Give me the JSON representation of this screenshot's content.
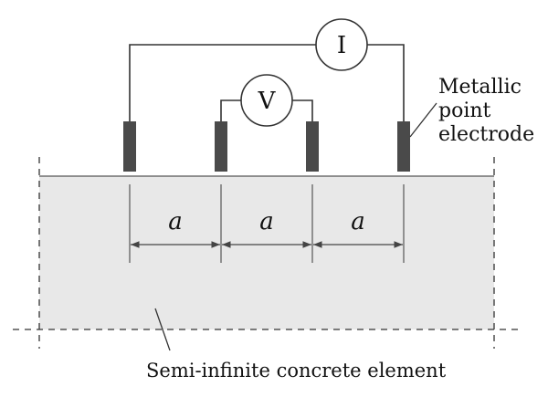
{
  "meters": {
    "current": "I",
    "voltage": "V"
  },
  "spacing": {
    "symbol": "a"
  },
  "labels": {
    "electrode_line1": "Metallic",
    "electrode_line2": "point",
    "electrode_line3": "electrode",
    "element": "Semi-infinite concrete element"
  },
  "colors": {
    "concrete": "#e8e8e8",
    "electrode": "#4a4a4a",
    "line": "#333333"
  }
}
